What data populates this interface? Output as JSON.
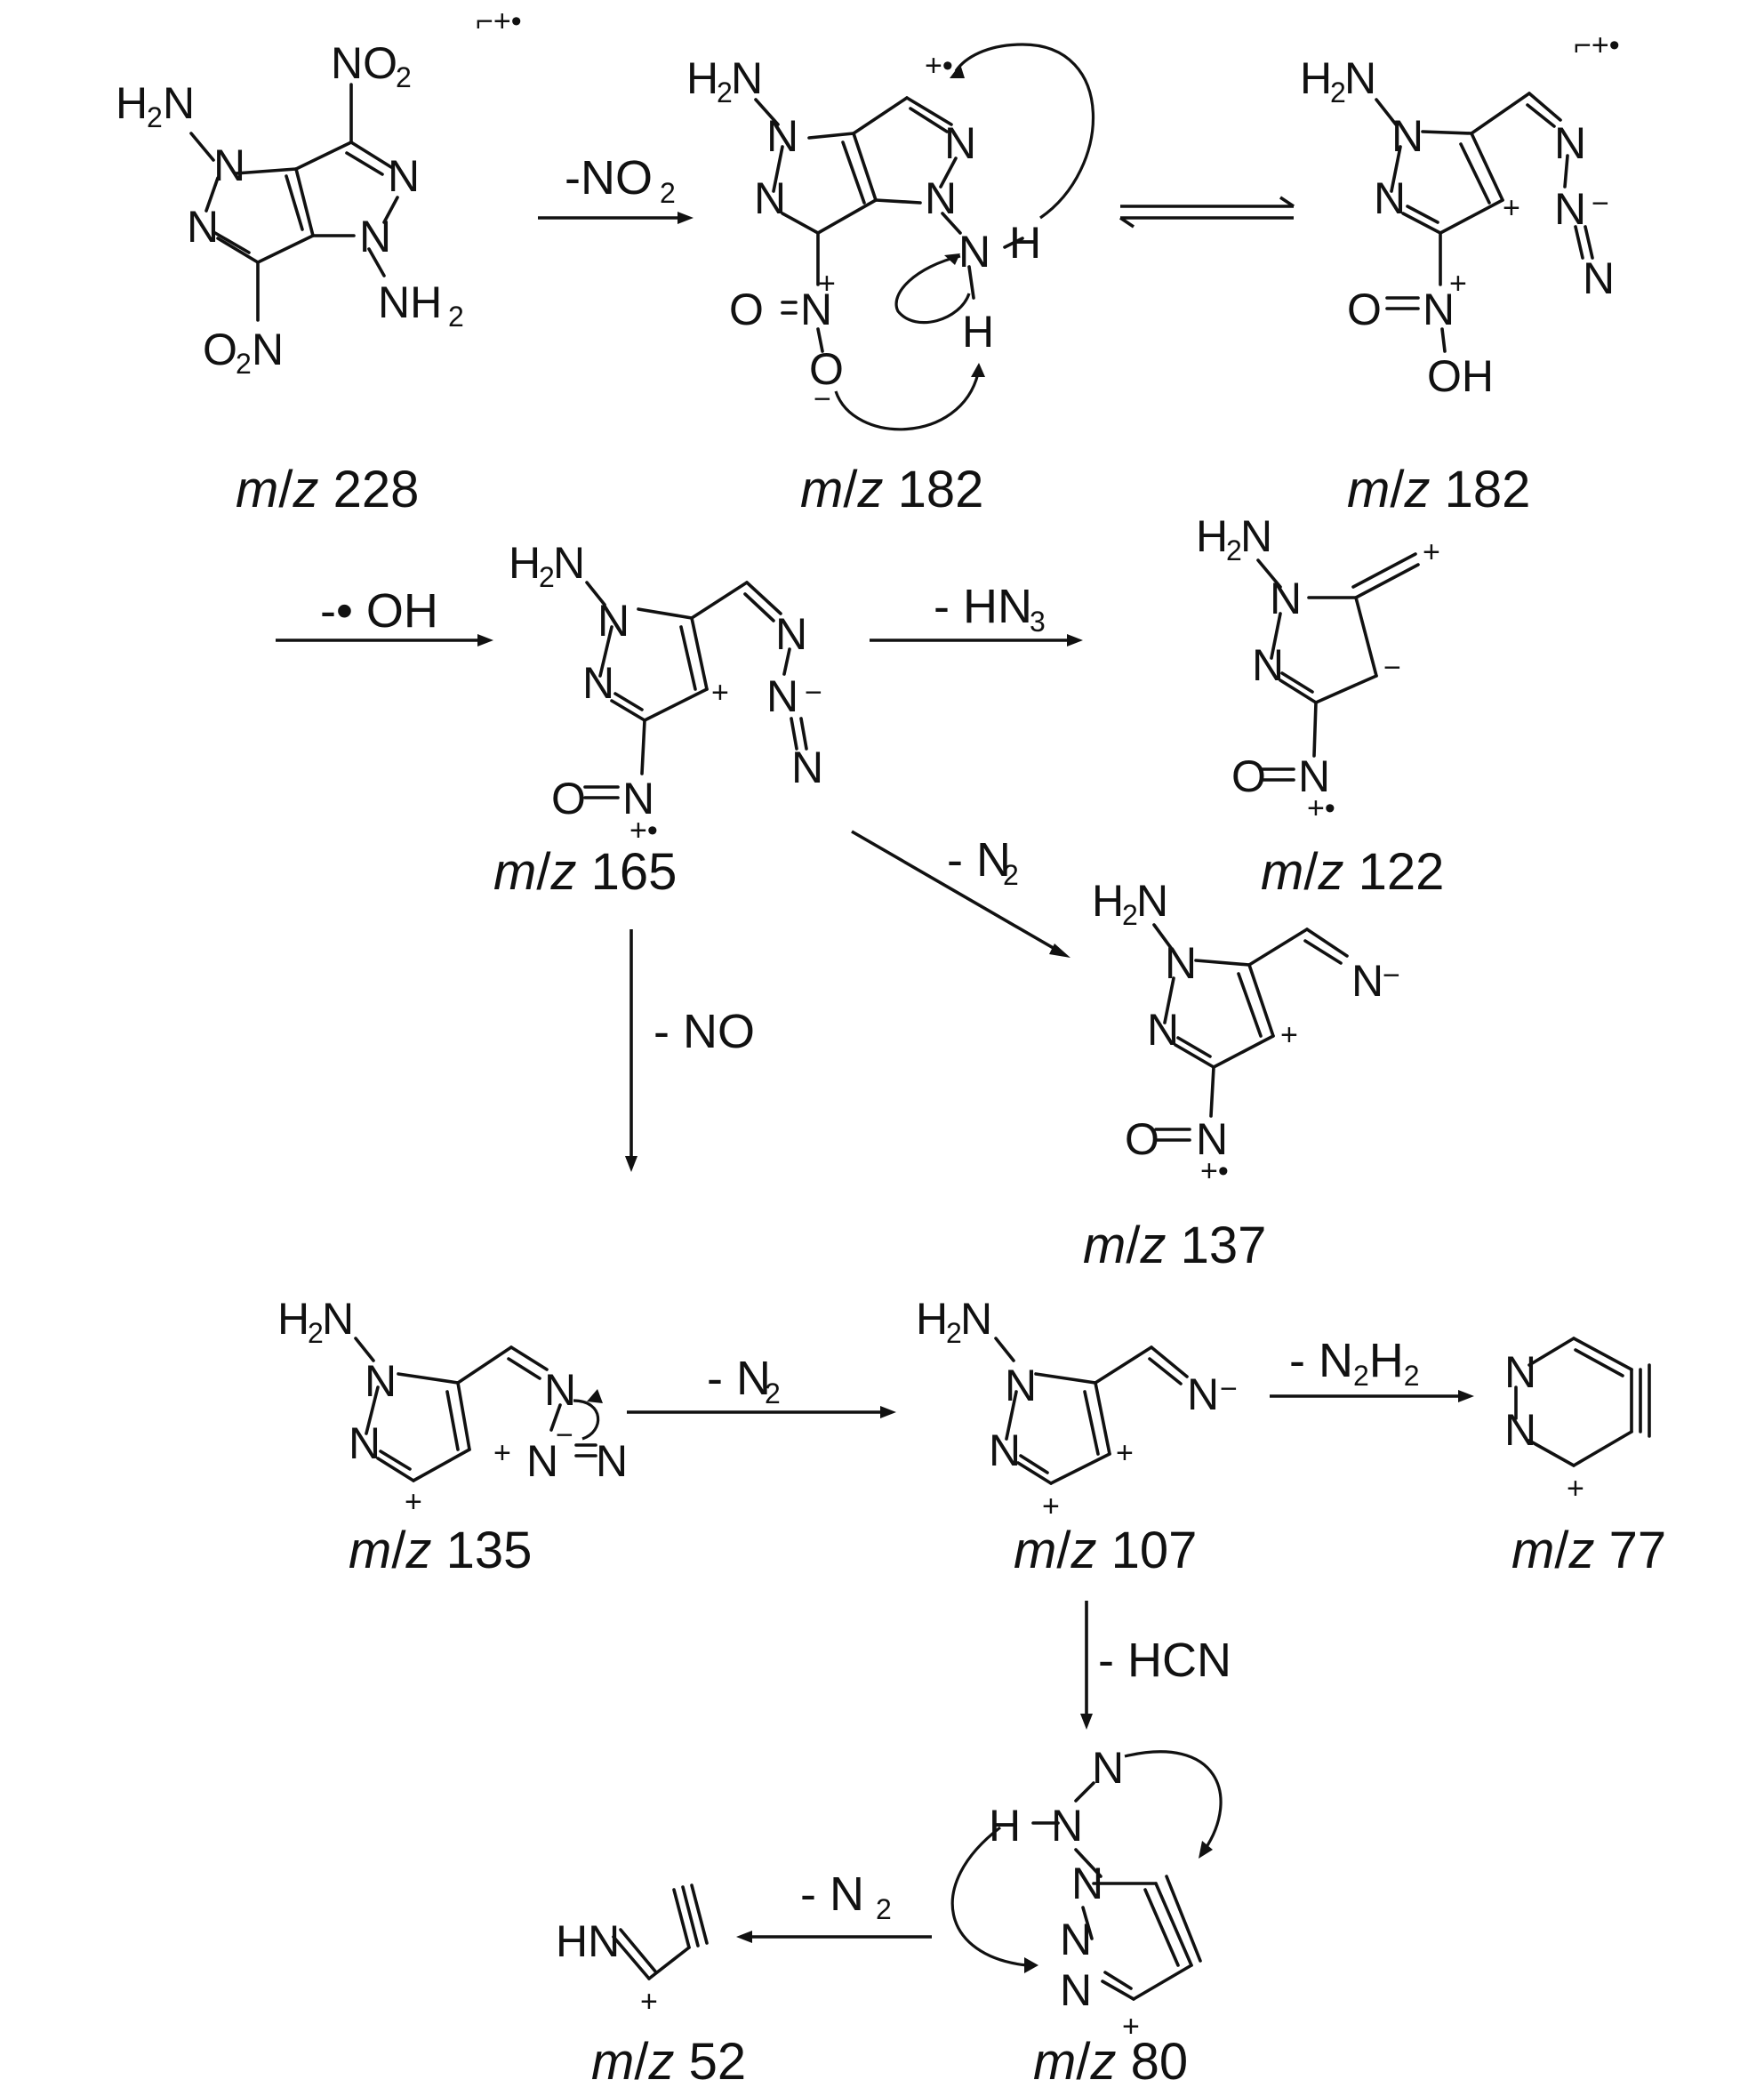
{
  "labels": {
    "mz228": "228",
    "mz182a": "182",
    "mz182b": "182",
    "mz165": "165",
    "mz122": "122",
    "mz137": "137",
    "mz135": "135",
    "mz107": "107",
    "mz77": "77",
    "mz80": "80",
    "mz52": "52"
  },
  "mz_prefix": {
    "m": "m",
    "slash": "/",
    "z": "z"
  },
  "steps": {
    "no2": "-NO",
    "no2_sub": "2",
    "oh": "-• OH",
    "hn3": "- HN",
    "hn3_sub": "3",
    "n2a": "- N",
    "n2a_sub": "2",
    "no": "- NO",
    "n2b": "- N",
    "n2b_sub": "2",
    "n2h2": "- N",
    "n2h2_sub1": "2",
    "n2h2_mid": "H",
    "n2h2_sub2": "2",
    "hcn": "- HCN",
    "n2c": "- N",
    "n2c_sub": "2"
  },
  "atoms": {
    "N": "N",
    "H": "H",
    "O": "O",
    "NO": "NO",
    "O2N": "O",
    "NH": "NH",
    "HN": "HN",
    "OH": "OH",
    "s2": "2",
    "plus": "+",
    "minus": "−",
    "plusdot": "+•",
    "radcat": "⌐+•"
  }
}
